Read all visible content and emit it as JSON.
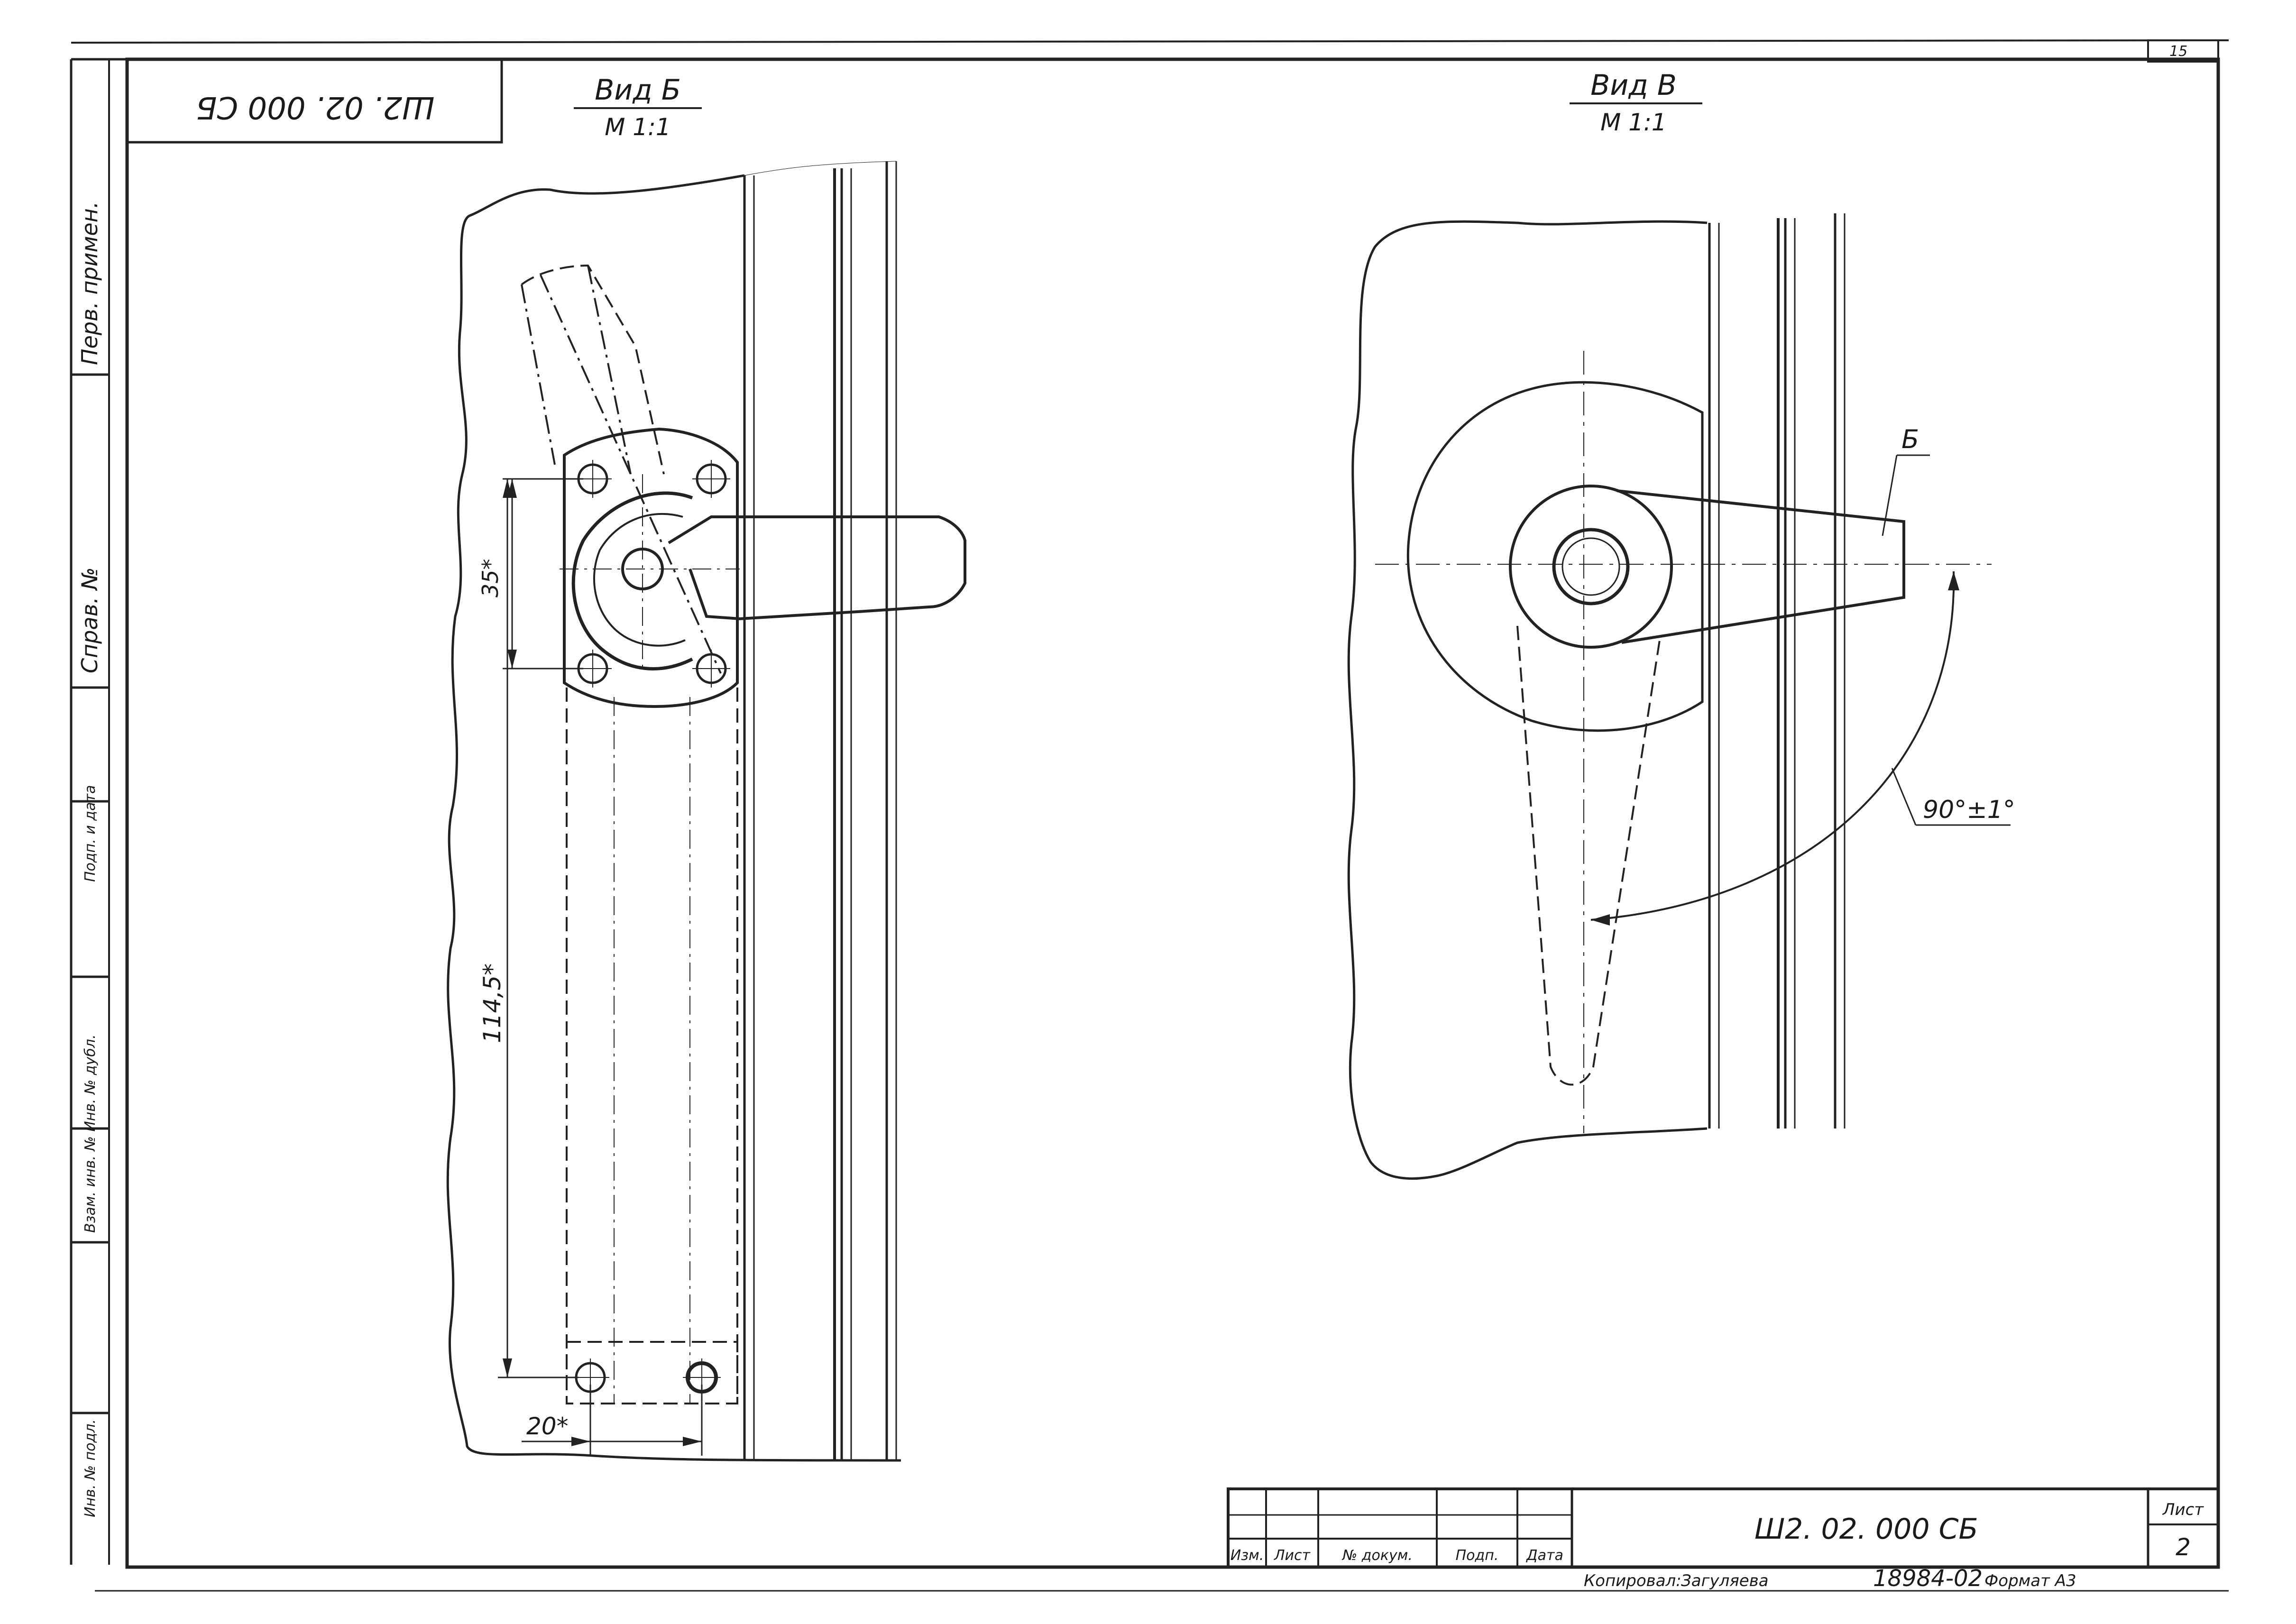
{
  "stamp_top": "Ш2. 02. 000 СБ",
  "view_b": {
    "title": "Вид Б",
    "scale": "М 1:1"
  },
  "view_v": {
    "title": "Вид В",
    "scale": "М 1:1"
  },
  "page_corner": "15",
  "side_labels": {
    "perv_primen": "Перв. примен.",
    "sprav_no": "Справ. №",
    "podp_data": "Подп. и дата",
    "inv_dubl": "Взам. инв. № Инв. № дубл.",
    "inv_podl": "Инв. № подл."
  },
  "dimensions": {
    "d35": "35*",
    "d114": "114,5*",
    "d20": "20*",
    "angle": "90°±1°",
    "pos_label": "Б"
  },
  "title_block": {
    "designation": "Ш2. 02. 000 СБ",
    "sheet_label": "Лист",
    "sheet_number": "2",
    "columns": [
      "Изм.",
      "Лист",
      "№ докум.",
      "Подп.",
      "Дата"
    ]
  },
  "footer": {
    "copied_label": "Копировал:",
    "copied_by": "Загуляева",
    "doc_number": "18984-02",
    "format_label": "Формат А3"
  }
}
